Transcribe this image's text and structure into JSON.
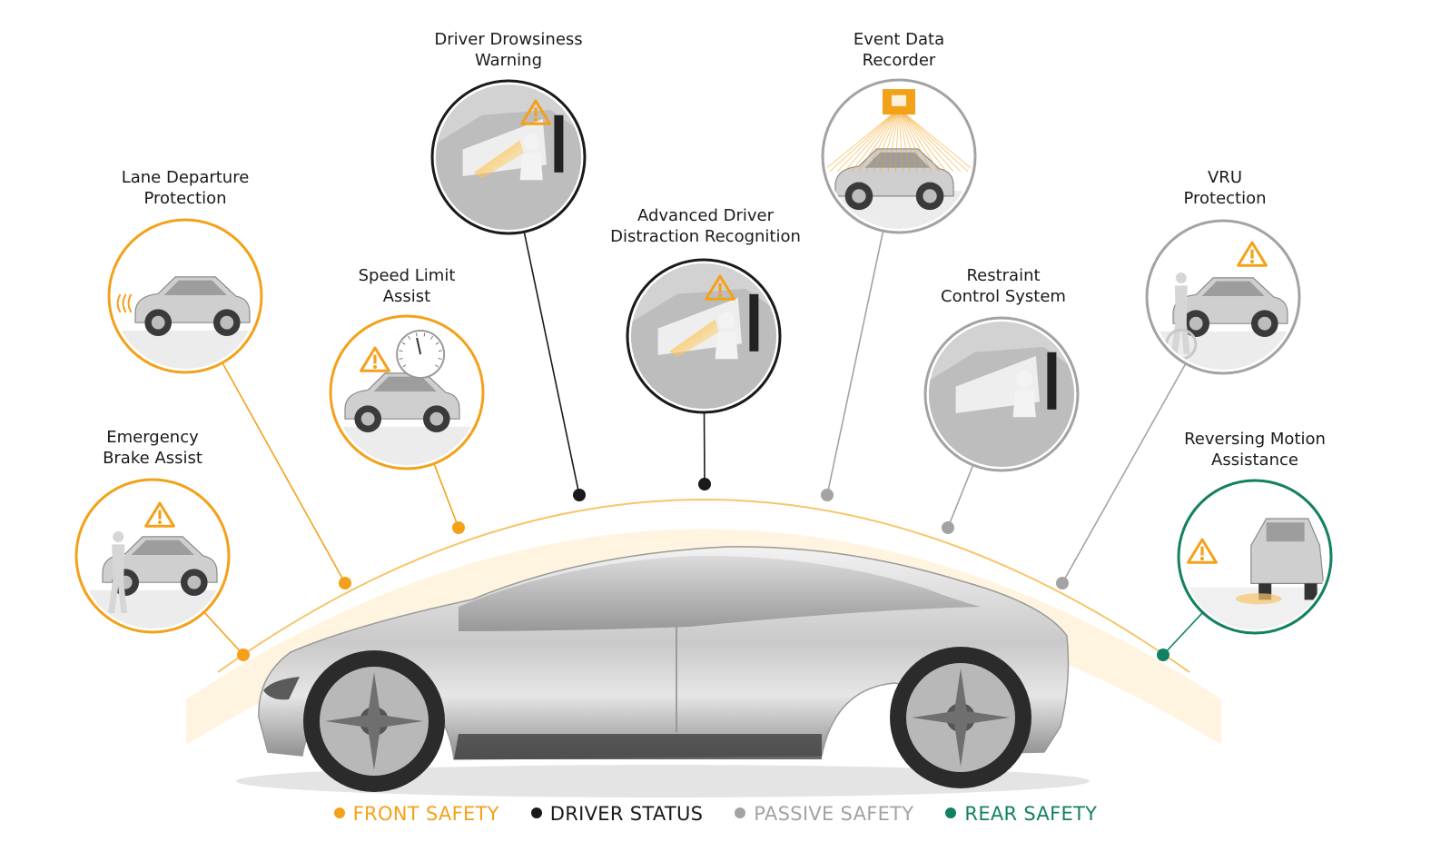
{
  "features": [
    {
      "id": "lane-departure",
      "line1": "Lane Departure",
      "line2": "Protection",
      "category": "front"
    },
    {
      "id": "emergency-brake",
      "line1": "Emergency",
      "line2": "Brake Assist",
      "category": "front"
    },
    {
      "id": "speed-limit",
      "line1": "Speed Limit",
      "line2": "Assist",
      "category": "front"
    },
    {
      "id": "driver-drowsiness",
      "line1": "Driver Drowsiness",
      "line2": "Warning",
      "category": "driver"
    },
    {
      "id": "distraction-recognition",
      "line1": "Advanced Driver",
      "line2": "Distraction Recognition",
      "category": "driver"
    },
    {
      "id": "event-data-recorder",
      "line1": "Event Data",
      "line2": "Recorder",
      "category": "passive"
    },
    {
      "id": "restraint-control",
      "line1": "Restraint",
      "line2": "Control System",
      "category": "passive"
    },
    {
      "id": "vru-protection",
      "line1": "VRU",
      "line2": "Protection",
      "category": "passive"
    },
    {
      "id": "reversing-motion",
      "line1": "Reversing Motion",
      "line2": "Assistance",
      "category": "rear"
    }
  ],
  "legend": [
    {
      "id": "front",
      "label": "FRONT SAFETY",
      "color": "#f4a11a"
    },
    {
      "id": "driver",
      "label": "DRIVER STATUS",
      "color": "#1a1a1a"
    },
    {
      "id": "passive",
      "label": "PASSIVE SAFETY",
      "color": "#a3a3a3"
    },
    {
      "id": "rear",
      "label": "REAR SAFETY",
      "color": "#138062"
    }
  ]
}
